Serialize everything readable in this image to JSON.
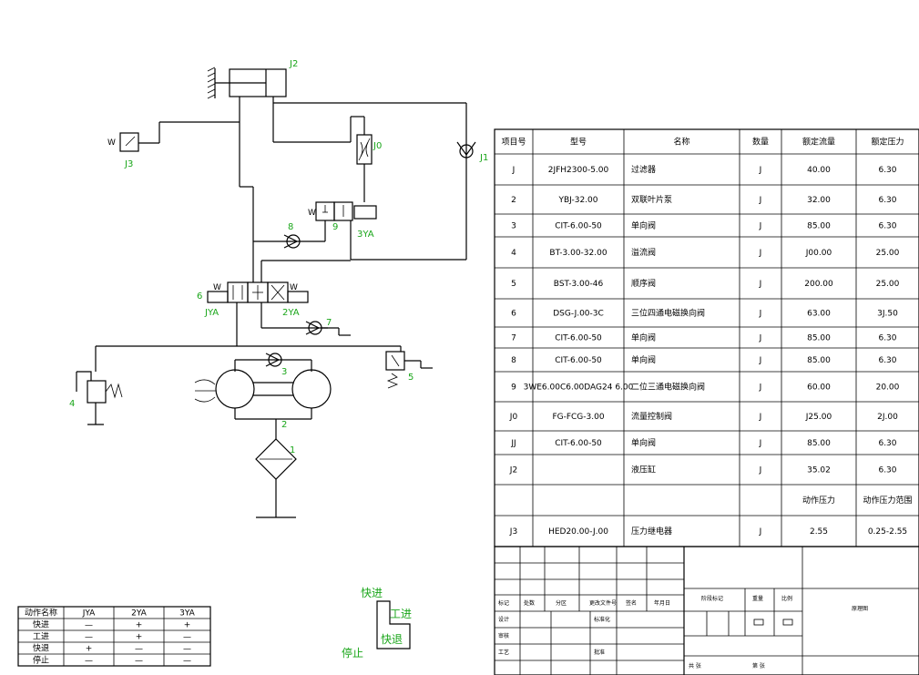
{
  "circuit_labels": {
    "c1": "1",
    "c2": "2",
    "c3": "3",
    "c4": "4",
    "c5": "5",
    "c6": "6",
    "c7": "7",
    "c8": "8",
    "c9": "9",
    "c10": "J0",
    "c11": "J1",
    "c12": "J2",
    "c13": "J3",
    "ya1": "JYA",
    "ya2": "2YA",
    "ya3": "3YA",
    "spring_w": "W"
  },
  "parts_table": {
    "headers": [
      "项目号",
      "型号",
      "名称",
      "数量",
      "额定流量",
      "额定压力"
    ],
    "rows": [
      [
        "J",
        "2JFH2300-5.00",
        "过滤器",
        "J",
        "40.00",
        "6.30"
      ],
      [
        "2",
        "YBJ-32.00",
        "双联叶片泵",
        "J",
        "32.00",
        "6.30"
      ],
      [
        "3",
        "CIT-6.00-50",
        "单向阀",
        "J",
        "85.00",
        "6.30"
      ],
      [
        "4",
        "BT-3.00-32.00",
        "溢流阀",
        "J",
        "J00.00",
        "25.00"
      ],
      [
        "5",
        "BST-3.00-46",
        "顺序阀",
        "J",
        "200.00",
        "25.00"
      ],
      [
        "6",
        "DSG-J.00-3C",
        "三位四通电磁换向阀",
        "J",
        "63.00",
        "3J.50"
      ],
      [
        "7",
        "CIT-6.00-50",
        "单向阀",
        "J",
        "85.00",
        "6.30"
      ],
      [
        "8",
        "CIT-6.00-50",
        "单向阀",
        "J",
        "85.00",
        "6.30"
      ],
      [
        "9",
        "3WE6.00C6.00DAG24 6.00",
        "二位三通电磁换向阀",
        "J",
        "60.00",
        "20.00"
      ],
      [
        "J0",
        "FG-FCG-3.00",
        "流量控制阀",
        "J",
        "J25.00",
        "2J.00"
      ],
      [
        "JJ",
        "CIT-6.00-50",
        "单向阀",
        "J",
        "85.00",
        "6.30"
      ],
      [
        "J2",
        "",
        "液压缸",
        "J",
        "35.02",
        "6.30"
      ],
      [
        "",
        "",
        "",
        "",
        "动作压力",
        "动作压力范围"
      ],
      [
        "J3",
        "HED20.00-J.00",
        "压力继电器",
        "J",
        "2.55",
        "0.25-2.55"
      ]
    ]
  },
  "action_table": {
    "headers": [
      "动作名称",
      "JYA",
      "2YA",
      "3YA"
    ],
    "rows": [
      [
        "快进",
        "—",
        "+",
        "+"
      ],
      [
        "工进",
        "—",
        "+",
        "—"
      ],
      [
        "快退",
        "+",
        "—",
        "—"
      ],
      [
        "停止",
        "—",
        "—",
        "—"
      ]
    ]
  },
  "cycle": {
    "fast_forward": "快进",
    "work_feed": "工进",
    "fast_return": "快退",
    "stop": "停止"
  },
  "title_block": {
    "mark": "标记",
    "count": "处数",
    "zone": "分区",
    "doc_no": "更改文件号",
    "sign": "签名",
    "date": "年月日",
    "stage_mark": "阶段标记",
    "weight": "重量",
    "ratio": "比例",
    "design": "设计",
    "standard": "标准化",
    "check": "审核",
    "process": "工艺",
    "approve": "批准",
    "sheet_total": "共 张",
    "sheet_no": "第 张",
    "drawing_name": "原理图"
  },
  "colors": {
    "label": "#1aa61a",
    "line": "#000000"
  }
}
